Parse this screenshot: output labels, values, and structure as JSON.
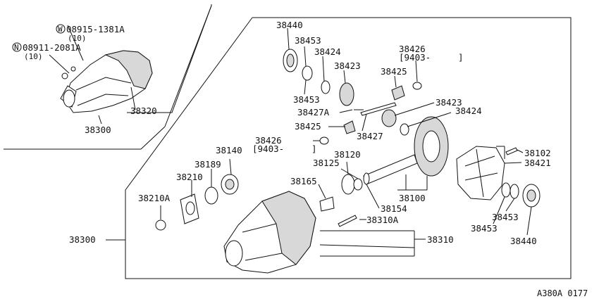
{
  "diagram": {
    "inset_callouts": {
      "washer_code": "W",
      "washer_part": "08915-1381A",
      "washer_qty": "(10)",
      "nut_code": "N",
      "nut_part": "08911-2081A",
      "nut_qty": "(10)",
      "p38320": "38320",
      "p38300": "38300"
    },
    "main_callouts": {
      "p38440_top": "38440",
      "p38453_a": "38453",
      "p38424_a": "38424",
      "p38423_a": "38423",
      "p38453_b": "38453",
      "p38426_a": "38426",
      "p38426_a_note": "[9403-",
      "p38426_a_close": "]",
      "p38425_a": "38425",
      "p38423_b": "38423",
      "p38427a": "38427A",
      "p38424_b": "38424",
      "p38425_b": "38425",
      "p38427": "38427",
      "p38426_b": "38426",
      "p38426_b_note": "[9403-",
      "p38426_b_close": "]",
      "p38102": "38102",
      "p38140": "38140",
      "p38120": "38120",
      "p38189": "38189",
      "p38125": "38125",
      "p38421": "38421",
      "p38210": "38210",
      "p38165": "38165",
      "p38100": "38100",
      "p38210a": "38210A",
      "p38154": "38154",
      "p38453_c": "38453",
      "p38453_d": "38453",
      "p38300_main": "38300",
      "p38310a": "38310A",
      "p38310": "38310",
      "p38440_bottom": "38440"
    },
    "figure_code": "A380A 0177"
  }
}
